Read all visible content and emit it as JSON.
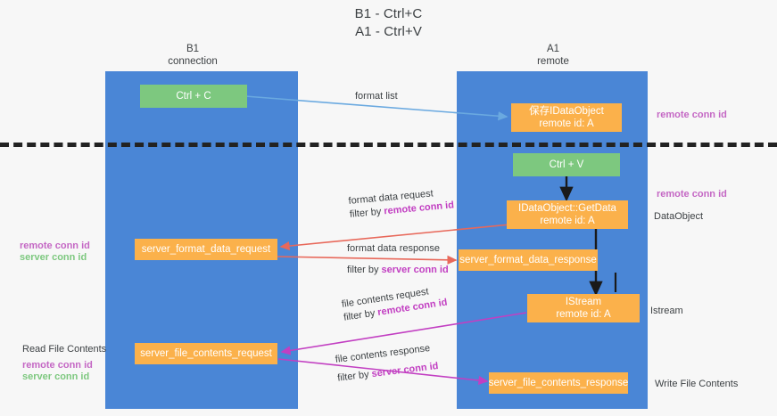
{
  "title": {
    "line1": "B1 - Ctrl+C",
    "line2": "A1 - Ctrl+V"
  },
  "columns": [
    {
      "name": "B1",
      "sub": "connection"
    },
    {
      "name": "A1",
      "sub": "remote"
    }
  ],
  "colors": {
    "lane": "#4a86d6",
    "green_node": "#7dc87f",
    "orange_node": "#fbb14b",
    "purple_text": "#c467c4",
    "magenta_text": "#c23fc2",
    "green_text": "#7dc87f",
    "blue_arrow": "#6aa9e0",
    "red_arrow": "#e8685a",
    "magenta_arrow": "#c23fc2",
    "black_arrow": "#1a1a1a",
    "divider": "#222222",
    "background": "#f7f7f7"
  },
  "nodes": {
    "ctrl_c": {
      "label": "Ctrl + C"
    },
    "save_idataobject": {
      "line1": "保存IDataObject",
      "line2": "remote id: A"
    },
    "ctrl_v": {
      "label": "Ctrl + V"
    },
    "getdata": {
      "line1": "IDataObject::GetData",
      "line2": "remote id: A"
    },
    "server_format_data_request": {
      "label": "server_format_data_request"
    },
    "server_format_data_response": {
      "label": "server_format_data_response"
    },
    "istream": {
      "line1": "IStream",
      "line2": "remote id: A"
    },
    "server_file_contents_request": {
      "label": "server_file_contents_request"
    },
    "server_file_contents_response": {
      "label": "server_file_contents_response"
    }
  },
  "edges": {
    "format_list": {
      "text": "format list"
    },
    "format_data_request": {
      "line1": "format data request",
      "line2_prefix": "filter by ",
      "line2_key": "remote conn id"
    },
    "format_data_response": {
      "line1": "format data response",
      "line2_prefix": "filter by ",
      "line2_key": "server conn id"
    },
    "file_contents_request": {
      "line1": "file contents request",
      "line2_prefix": "filter by ",
      "line2_key": "remote conn id"
    },
    "file_contents_response": {
      "line1": "file contents response",
      "line2_prefix": "filter by ",
      "line2_key": "server conn id"
    }
  },
  "annotations": {
    "right_remote_conn_id_top": "remote conn id",
    "right_remote_conn_id_mid": "remote conn id",
    "right_dataobject": "DataObject",
    "right_istream": "Istream",
    "right_write_file_contents": "Write File Contents",
    "left_remote_conn_id_mid": "remote conn id",
    "left_server_conn_id_mid": "server conn id",
    "left_read_file_contents": "Read File Contents",
    "left_remote_conn_id_bot": "remote conn id",
    "left_server_conn_id_bot": "server conn id"
  }
}
